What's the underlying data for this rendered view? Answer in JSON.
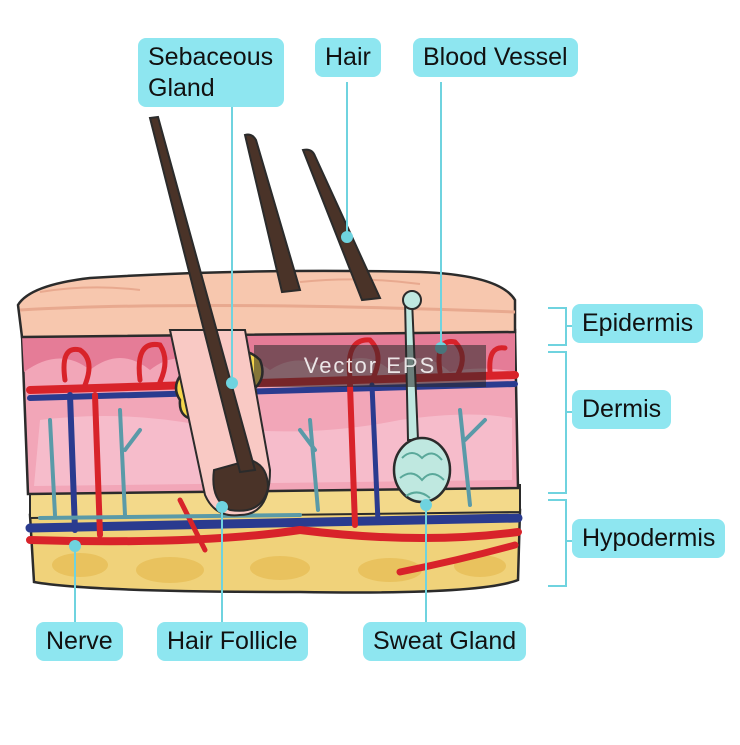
{
  "labels": {
    "sebaceous_gland": "Sebaceous\nGland",
    "hair": "Hair",
    "blood_vessel": "Blood Vessel",
    "epidermis": "Epidermis",
    "dermis": "Dermis",
    "hypodermis": "Hypodermis",
    "nerve": "Nerve",
    "hair_follicle": "Hair Follicle",
    "sweat_gland": "Sweat Gland"
  },
  "watermark": "Vector EPS",
  "colors": {
    "label_bg": "#8ee6f0",
    "leader_line": "#6fd3df",
    "epidermis": "#f7c7ae",
    "dermis": "#f2a6b8",
    "hypodermis": "#f0d27a",
    "artery": "#d8232a",
    "vein": "#2a3b8f",
    "nerve": "#5a9aa8",
    "hair": "#4a3328",
    "sebaceous": "#f5d64c",
    "sweat_gland": "#bfe8e0"
  }
}
